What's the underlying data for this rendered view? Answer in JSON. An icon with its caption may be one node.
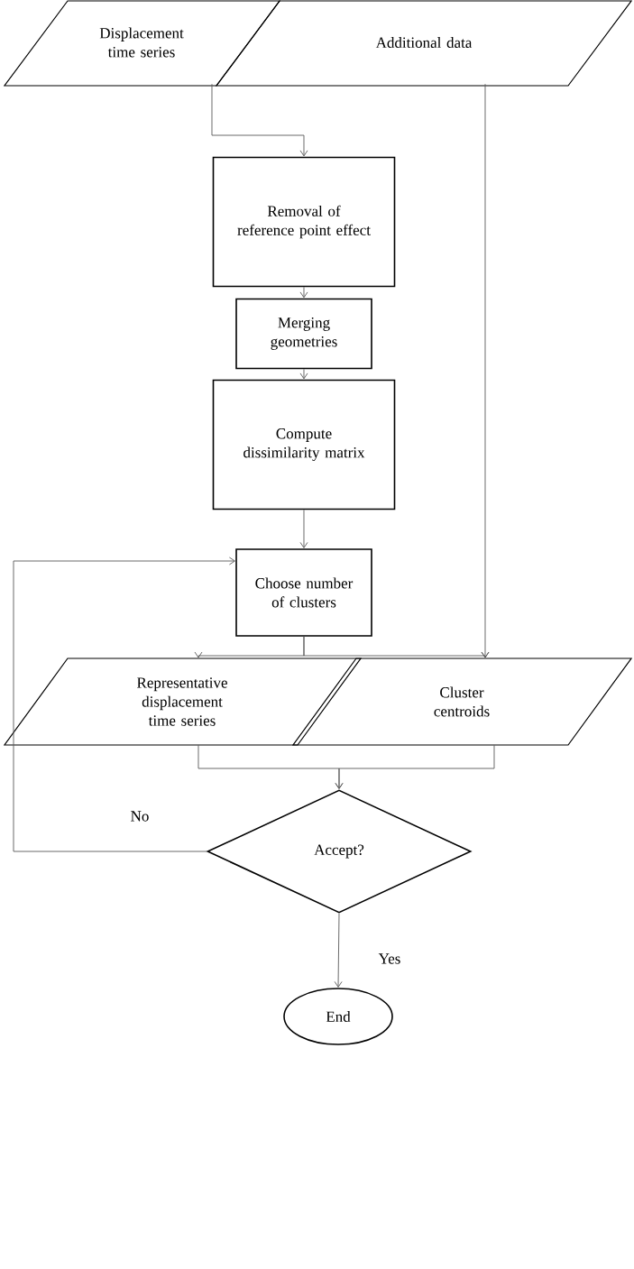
{
  "diagram": {
    "nodes": [
      {
        "text": [
          "Displacement time series"
        ]
      },
      {
        "text": [
          "Additional data"
        ]
      },
      {
        "text": [
          "Removal of reference point effect"
        ]
      },
      {
        "text": [
          "Merging geometries"
        ]
      },
      {
        "text": [
          "Compute dissimilarity matrix"
        ]
      },
      {
        "text": [
          "Choose number of clusters"
        ]
      },
      {
        "text": [
          "Representative displacement time series"
        ]
      },
      {
        "text": [
          "Cluster centroids"
        ]
      },
      {
        "text": [
          "Accept?"
        ]
      },
      {
        "text": [
          "End"
        ]
      }
    ],
    "edges": [
      {
        "from": 0,
        "to": 2,
        "arrow": "to"
      },
      {
        "from": 1,
        "to": 7,
        "arrow": "to"
      },
      {
        "from": 2,
        "to": 3,
        "arrow": "to"
      },
      {
        "from": 3,
        "to": 4,
        "arrow": "to"
      },
      {
        "from": 4,
        "to": 5,
        "arrow": "to"
      },
      {
        "from": 5,
        "to": 6,
        "arrow": "to"
      },
      {
        "from": 5,
        "to": 7,
        "arrow": "to"
      },
      {
        "from": 6,
        "to": 8,
        "arrow": "to"
      },
      {
        "from": 7,
        "to": 8,
        "arrow": "to"
      },
      {
        "from": 8,
        "to": 5,
        "arrow": "to",
        "label": "No"
      },
      {
        "from": 8,
        "to": 9,
        "arrow": "to",
        "label": "Yes"
      }
    ]
  }
}
